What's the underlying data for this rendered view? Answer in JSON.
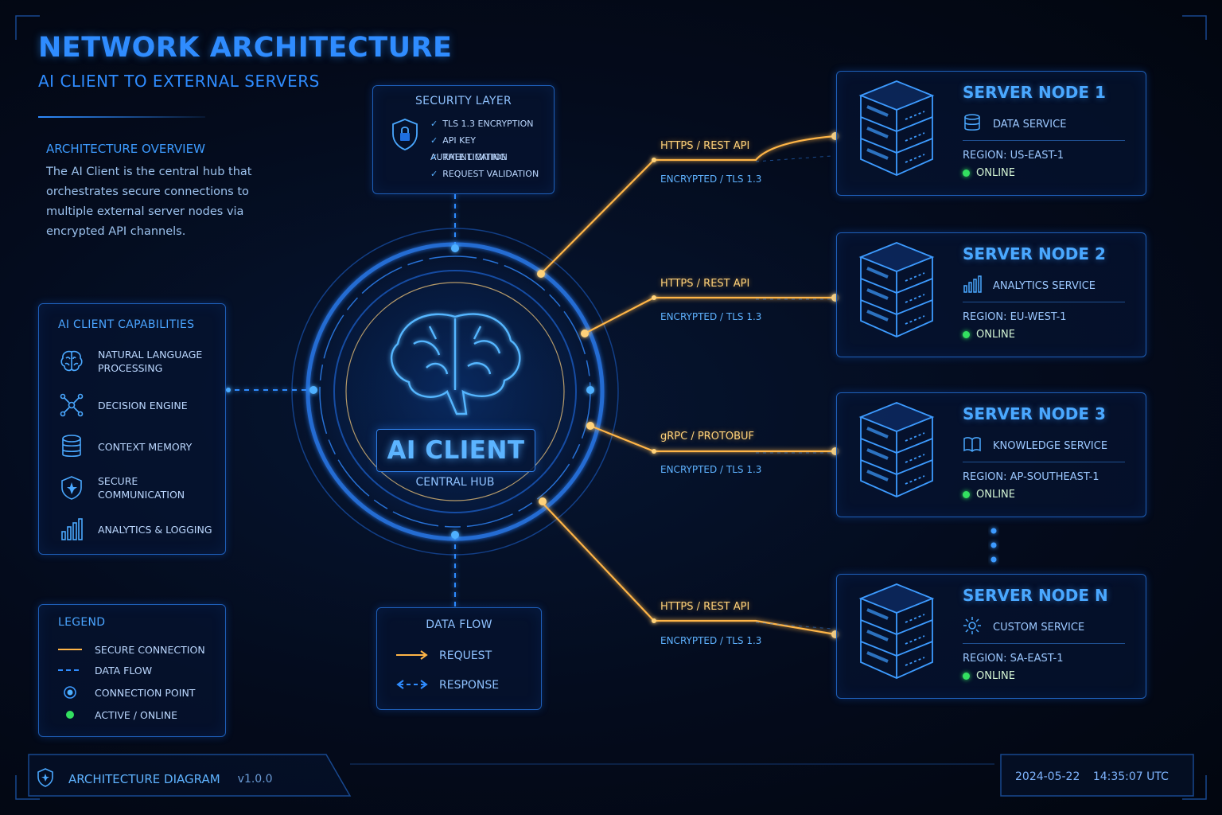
{
  "header": {
    "title": "NETWORK ARCHITECTURE",
    "subtitle": "AI CLIENT TO EXTERNAL SERVERS"
  },
  "overview": {
    "heading": "ARCHITECTURE OVERVIEW",
    "text": "The AI Client is the central hub that orchestrates secure connections to multiple external server nodes via encrypted API channels."
  },
  "capabilities": {
    "heading": "AI CLIENT CAPABILITIES",
    "items": [
      {
        "icon": "brain-icon",
        "label": "NATURAL LANGUAGE PROCESSING"
      },
      {
        "icon": "network-icon",
        "label": "DECISION ENGINE"
      },
      {
        "icon": "database-icon",
        "label": "CONTEXT MEMORY"
      },
      {
        "icon": "shield-icon",
        "label": "SECURE COMMUNICATION"
      },
      {
        "icon": "bar-chart-icon",
        "label": "ANALYTICS & LOGGING"
      }
    ]
  },
  "security": {
    "heading": "SECURITY LAYER",
    "icon": "shield-lock-icon",
    "items": [
      "TLS 1.3 ENCRYPTION",
      "API KEY AUTHENTICATION",
      "RATE LIMITING",
      "REQUEST VALIDATION"
    ]
  },
  "hub": {
    "title": "AI CLIENT",
    "subtitle": "CENTRAL HUB",
    "icon": "brain-icon"
  },
  "connections": [
    {
      "protocol": "HTTPS / REST API",
      "encryption": "ENCRYPTED / TLS 1.3"
    },
    {
      "protocol": "HTTPS / REST API",
      "encryption": "ENCRYPTED / TLS 1.3"
    },
    {
      "protocol": "gRPC / PROTOBUF",
      "encryption": "ENCRYPTED / TLS 1.3"
    },
    {
      "protocol": "HTTPS / REST API",
      "encryption": "ENCRYPTED / TLS 1.3"
    }
  ],
  "nodes": [
    {
      "title": "SERVER NODE 1",
      "service": "DATA SERVICE",
      "service_icon": "database-icon",
      "region": "REGION: US-EAST-1",
      "status": "ONLINE"
    },
    {
      "title": "SERVER NODE 2",
      "service": "ANALYTICS SERVICE",
      "service_icon": "bar-chart-icon",
      "region": "REGION: EU-WEST-1",
      "status": "ONLINE"
    },
    {
      "title": "SERVER NODE 3",
      "service": "KNOWLEDGE SERVICE",
      "service_icon": "book-icon",
      "region": "REGION: AP-SOUTHEAST-1",
      "status": "ONLINE"
    },
    {
      "title": "SERVER NODE N",
      "service": "CUSTOM SERVICE",
      "service_icon": "gear-icon",
      "region": "REGION: SA-EAST-1",
      "status": "ONLINE"
    }
  ],
  "legend": {
    "heading": "LEGEND",
    "items": [
      {
        "symbol": "solid-line",
        "label": "SECURE CONNECTION"
      },
      {
        "symbol": "dashed-line",
        "label": "DATA FLOW"
      },
      {
        "symbol": "ring-dot",
        "label": "CONNECTION POINT"
      },
      {
        "symbol": "green-dot",
        "label": "ACTIVE / ONLINE"
      }
    ]
  },
  "data_flow": {
    "heading": "DATA FLOW",
    "request": "REQUEST",
    "response": "RESPONSE"
  },
  "footer": {
    "label": "ARCHITECTURE DIAGRAM",
    "version": "v1.0.0",
    "date": "2024-05-22",
    "time": "14:35:07 UTC"
  },
  "colors": {
    "accent_blue": "#2f8cff",
    "secure_connection": "#ffb547",
    "online": "#33e060",
    "background": "#040b1c"
  }
}
